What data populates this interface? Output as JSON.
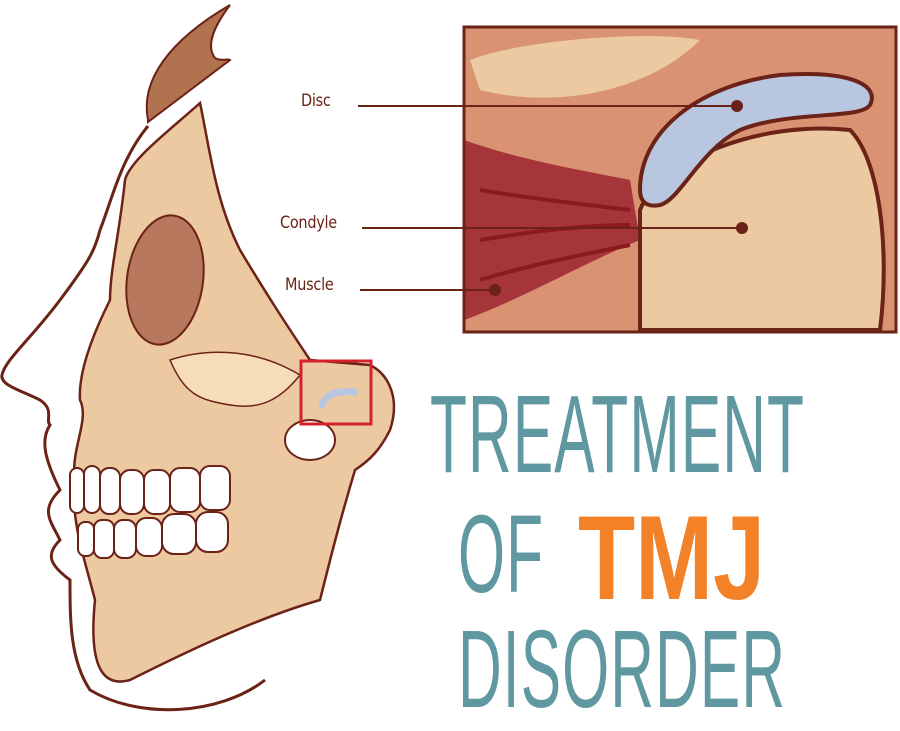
{
  "diagram": {
    "labels": {
      "disc": "Disc",
      "condyle": "Condyle",
      "muscle": "Muscle"
    },
    "title": {
      "line1": "TREATMENT",
      "line2_prefix": "OF",
      "line2_highlight": "TMJ",
      "line3": "DISORDER"
    },
    "colors": {
      "title_teal": "#5f98a0",
      "tmj_orange": "#f28127",
      "outline_brown": "#6b2217",
      "bone": "#ecc9a0",
      "bone_light": "#f6ddb8",
      "disc_blue": "#b8c6e0",
      "muscle_red": "#a6353a",
      "highlight_box_red": "#d3222a"
    }
  }
}
